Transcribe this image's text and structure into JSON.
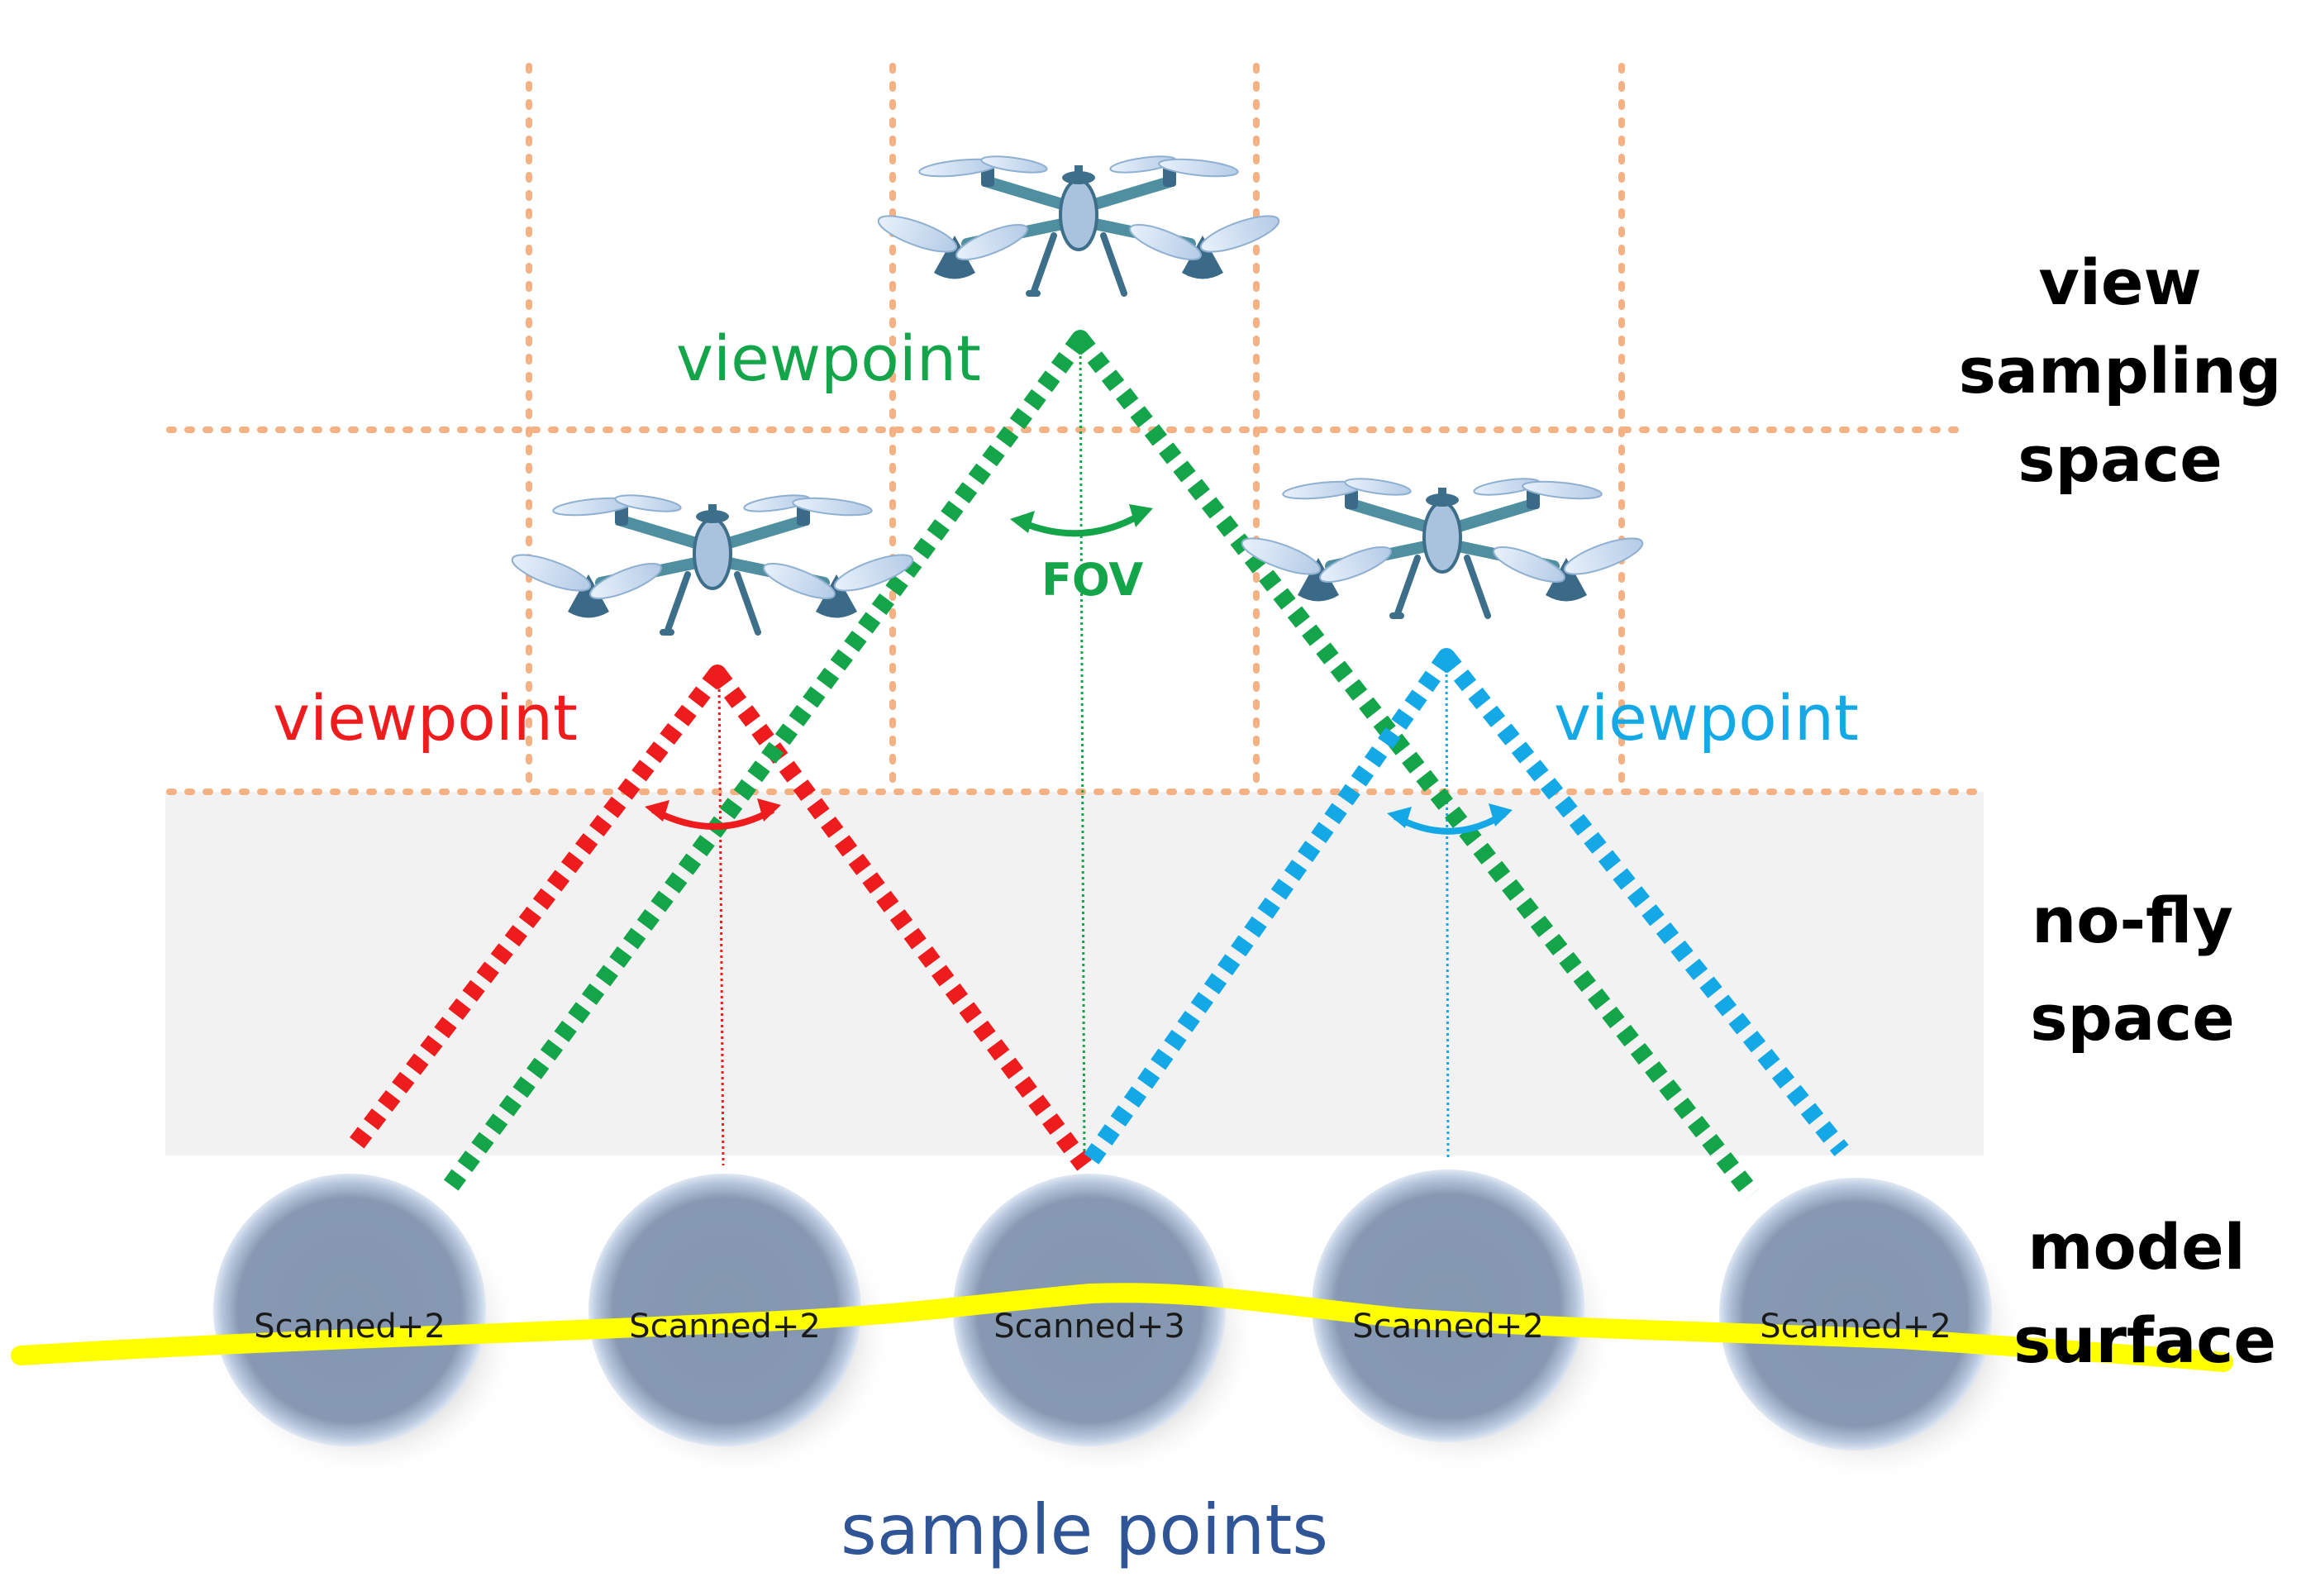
{
  "labels": {
    "view_sampling_space": [
      "view",
      "sampling",
      "space"
    ],
    "no_fly_space": [
      "no-fly",
      "space"
    ],
    "model_surface": [
      "model",
      "surface"
    ],
    "viewpoint_green": "viewpoint",
    "viewpoint_red": "viewpoint",
    "viewpoint_blue": "viewpoint",
    "fov": "FOV",
    "sample_points": "sample points"
  },
  "sample_points": [
    {
      "label": "Scanned+2"
    },
    {
      "label": "Scanned+2"
    },
    {
      "label": "Scanned+3"
    },
    {
      "label": "Scanned+2"
    },
    {
      "label": "Scanned+2"
    }
  ],
  "colors": {
    "red": "#ee1c1c",
    "green": "#14a44a",
    "blue": "#14a9e6",
    "grid": "#f4b183",
    "no_fly_fill": "#f2f2f2",
    "surface": "#ffff00",
    "sphere": "#8497b0",
    "sample_points_text": "#2f5597"
  },
  "icons": [
    "drone-icon"
  ]
}
